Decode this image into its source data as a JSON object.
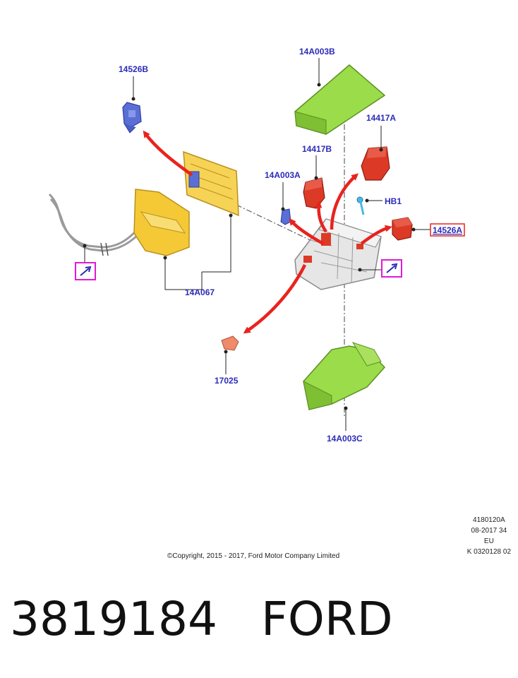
{
  "parts": {
    "p14526B": "14526B",
    "p14A003B": "14A003B",
    "p14417A": "14417A",
    "p14417B": "14417B",
    "p14A003A": "14A003A",
    "pHB1": "HB1",
    "p14526A": "14526A",
    "p14A067": "14A067",
    "p17025": "17025",
    "p14A003C": "14A003C"
  },
  "colors": {
    "callout_text": "#2b2bb8",
    "arrow": "#e8231e",
    "cover": "#9bdc4a",
    "bracket": "#f5c936",
    "relay": "#dc3a26",
    "fuse": "#5a6fd6",
    "highlight_box": "#e01ad6"
  },
  "meta": {
    "code": "4180120A",
    "date": "08-2017 34",
    "region": "EU",
    "ref": "K 0320128 02"
  },
  "copyright": "©Copyright, 2015 - 2017, Ford Motor Company Limited",
  "title": {
    "part_number": "3819184",
    "brand": "FORD"
  }
}
